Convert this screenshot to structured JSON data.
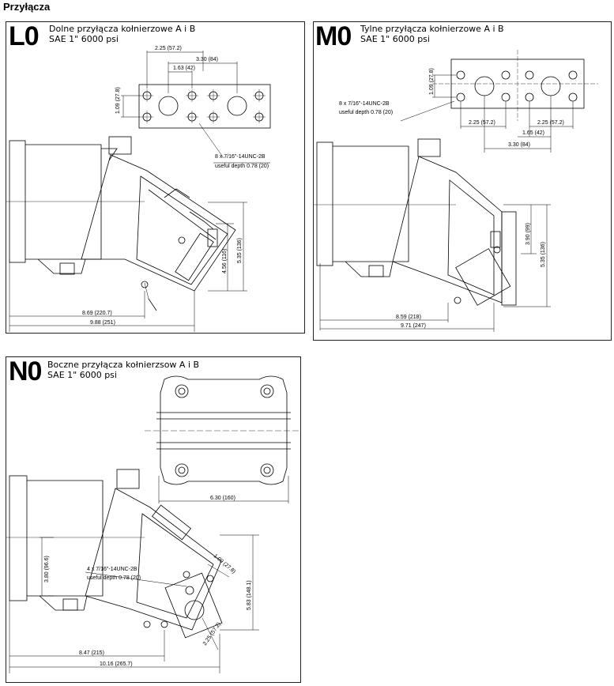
{
  "page": {
    "title": "Przyłącza"
  },
  "panels": [
    {
      "code": "L0",
      "line1": "Dolne przyłącza kołnierzowe A i B",
      "line2": "SAE 1\" 6000 psi",
      "dims": {
        "d1": "2.25 (57.2)",
        "d2": "3.30 (84)",
        "d3": "1.63 (42)",
        "d4": "1.09 (27.8)",
        "note1": "8 x 7/16\"-14UNC-2B",
        "note2": "useful depth 0.78 (20)",
        "d5": "4.56 (116)",
        "d6": "5.35 (136)",
        "d7": "8.69 (220.7)",
        "d8": "9.88 (251)"
      }
    },
    {
      "code": "M0",
      "line1": "Tylne przyłącza kołnierzowe A i B",
      "line2": "SAE 1\" 6000 psi",
      "dims": {
        "d1": "1.09 (27.8)",
        "note1": "8 x 7/16\"-14UNC-2B",
        "note2": "useful depth 0.78 (20)",
        "d2": "2.25 (57.2)",
        "d3": "2.25 (57.2)",
        "d4": "1.65 (42)",
        "d5": "3.30 (84)",
        "d6": "3.90 (99)",
        "d7": "5.35 (136)",
        "d8": "8.59 (218)",
        "d9": "9.71 (247)"
      }
    },
    {
      "code": "N0",
      "line1": "Boczne przyłącza kołnierzsow A i B",
      "line2": "SAE 1\" 6000 psi",
      "dims": {
        "d1": "6.30 (160)",
        "d2": "3.80 (96.6)",
        "note1": "4 x 7/16\"-14UNC-2B",
        "note2": "useful depth 0.78 (20)",
        "d3": "1.09 (27.8)",
        "d4": "5.83 (148.1)",
        "d5": "2.25 (57.2)",
        "d6": "8.47 (215)",
        "d7": "10.16 (265.7)"
      }
    }
  ]
}
